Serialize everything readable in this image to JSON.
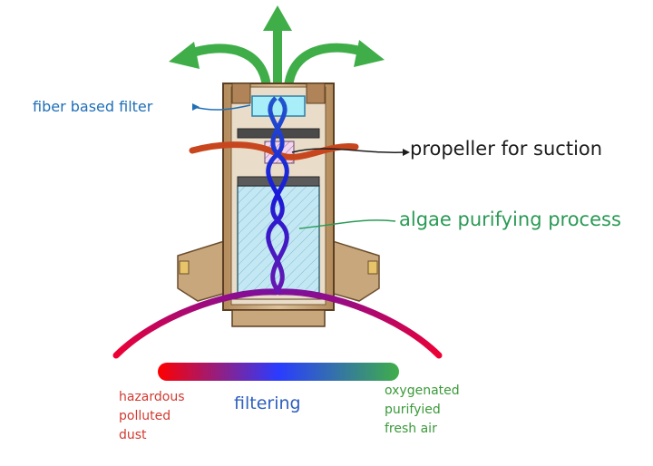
{
  "labels": {
    "fiber_filter": "fiber based filter",
    "propeller": "propeller for suction",
    "algae": "algae purifying process",
    "filtering": "filtering"
  },
  "legend_left": [
    "hazardous",
    "polluted",
    "dust"
  ],
  "legend_right": [
    "oxygenated",
    "purifyied",
    "fresh air"
  ],
  "colors": {
    "outflow_arrows": "#3fae49",
    "fiber_label": "#1f6fb8",
    "propeller_label": "#1c1c1c",
    "algae_label": "#2a9a55",
    "filtering_label": "#2f5fbf",
    "hazardous": "#d23a30",
    "fresh_air": "#3a9a3a",
    "gradient": [
      "#ff0000",
      "#2040ff",
      "#3fae49"
    ],
    "housing": "#c9a77c",
    "algae_tank": "#bfe6f2",
    "propeller_blade": "#c8461e"
  }
}
